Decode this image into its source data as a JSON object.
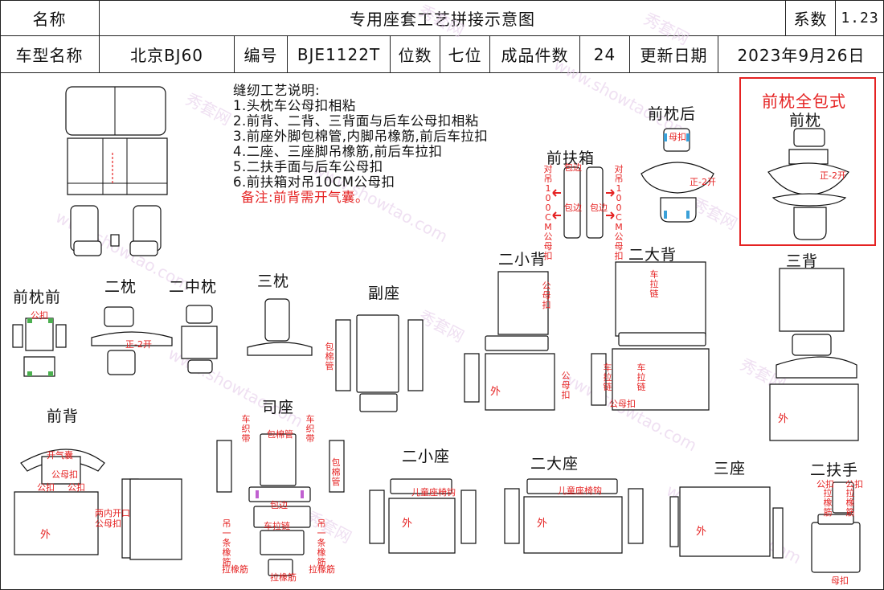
{
  "header": {
    "name_label": "名称",
    "title": "专用座套工艺拼接示意图",
    "coef_label": "系数",
    "coef_value": "1.23",
    "model_label": "车型名称",
    "model_value": "北京BJ60",
    "code_label": "编号",
    "code_value": "BJE1122T",
    "seats_label": "位数",
    "seats_value": "七位",
    "pieces_label": "成品件数",
    "pieces_value": "24",
    "date_label": "更新日期",
    "date_value": "2023年9月26日"
  },
  "notes": {
    "title": "缝纫工艺说明:",
    "lines": [
      "1.头枕车公母扣相粘",
      "2.前背、二背、三背面与后车公母扣相粘",
      "3.前座外脚包棉管,内脚吊橡筋,前后车拉扣",
      "4.二座、三座脚吊橡筋,前后车拉扣",
      "5.二扶手面与后车公母扣",
      "6.前扶箱对吊10CM公母扣"
    ],
    "remark": "备注:前背需开气囊。"
  },
  "labels": {
    "front_rest_back": "前枕后",
    "front_rest_full_title": "前枕全包式",
    "front_rest": "前枕",
    "front_box": "前扶箱",
    "front_rest_front": "前枕前",
    "second_rest": "二枕",
    "second_mid_rest": "二中枕",
    "third_rest": "三枕",
    "passenger_seat": "副座",
    "second_small_back": "二小背",
    "second_big_back": "二大背",
    "third_back": "三背",
    "front_back": "前背",
    "driver_seat": "司座",
    "second_small_seat": "二小座",
    "second_big_seat": "二大座",
    "third_seat": "三座",
    "second_armrest": "二扶手"
  },
  "annotations": {
    "zheng_kai": "正-2开",
    "outer": "外",
    "binding": "包边",
    "male_female": "公母扣",
    "male": "公扣",
    "female": "母扣",
    "hang_100": "对吊100CM公母扣",
    "cotton_tube": "包棉管",
    "zipper_car": "车拉链",
    "pull_elastic": "拉橡筋",
    "hang_elastic": "吊一条橡筋",
    "child_seat": "儿童座椅钩",
    "airbag": "开气囊",
    "car_weave": "车织带",
    "inner_male_female": "两内开口公母扣"
  },
  "watermark": {
    "text_cn": "秀套网",
    "text_en": "www.showtao.com"
  },
  "colors": {
    "accent_red": "#e52222",
    "line": "#111111",
    "watermark": "#e3c8e8",
    "clip_green": "#4caf50",
    "clip_blue": "#3aa0d8",
    "marker_purple": "#c060d0"
  }
}
